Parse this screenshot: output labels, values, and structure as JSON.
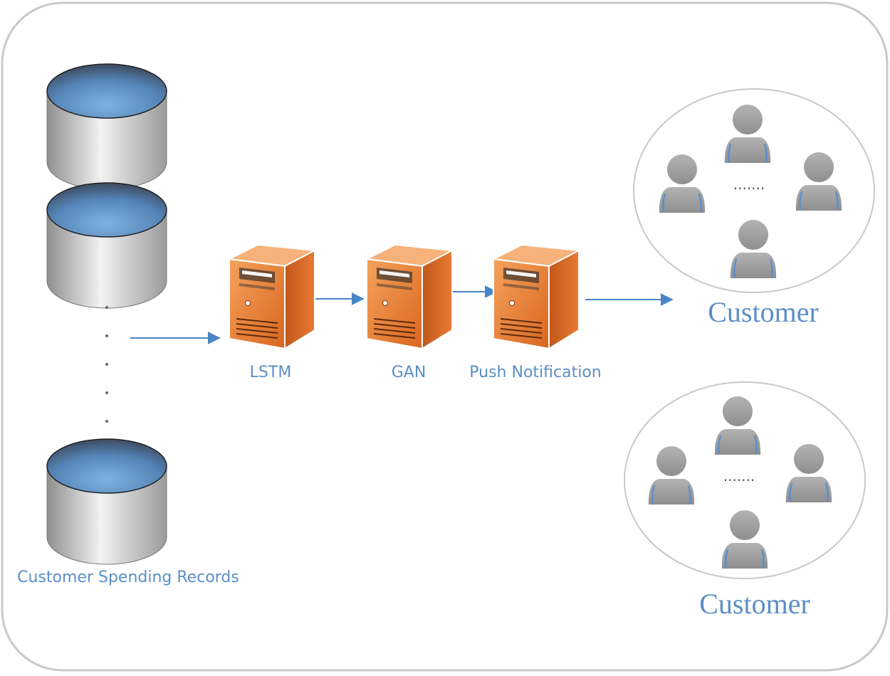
{
  "labels": {
    "records": "Customer Spending Records",
    "lstm": "LSTM",
    "gan": "GAN",
    "push": "Push Notification",
    "customer_group_1": "Customer",
    "customer_group_2": "Customer"
  },
  "ellipsis_text": ".......",
  "colors": {
    "label": "#5b8fc7",
    "arrow": "#4a86c5",
    "server_front": "#e0702a",
    "server_side": "#c85a1c",
    "disk_top": "#5a89bb",
    "person": "#9b9b9b"
  },
  "icons": {
    "database": "database-icon",
    "server": "server-icon",
    "person": "person-icon"
  }
}
